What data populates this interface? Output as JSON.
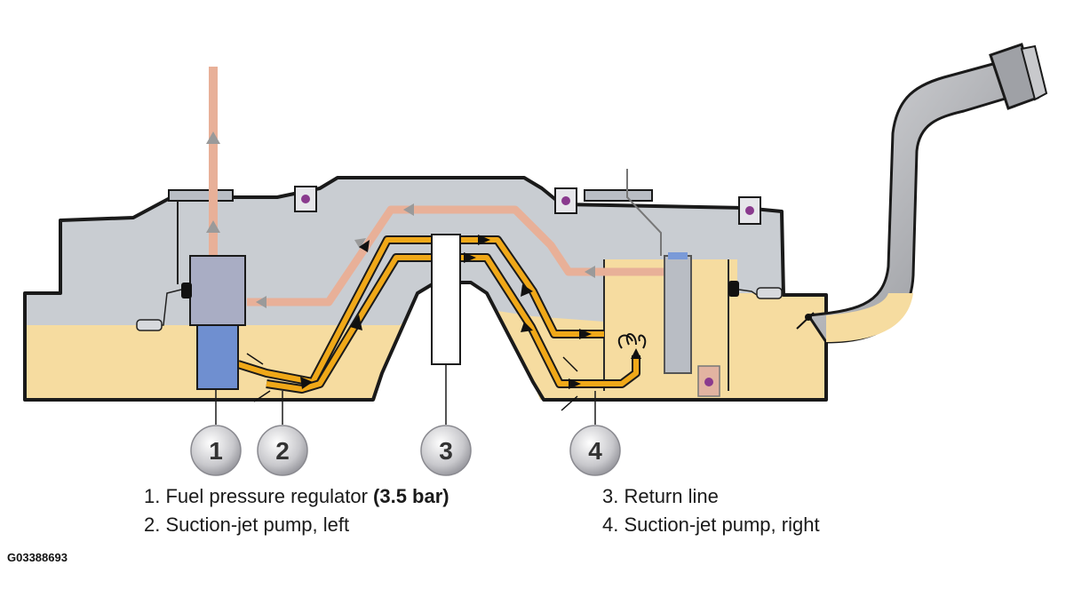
{
  "callouts": [
    {
      "number": "1"
    },
    {
      "number": "2"
    },
    {
      "number": "3"
    },
    {
      "number": "4"
    }
  ],
  "legend": {
    "item1_text": "1. Fuel pressure regulator ",
    "item1_bold": "(3.5 bar)",
    "item2_text": "2. Suction-jet pump, left",
    "item3_text": "3. Return line",
    "item4_text": "4. Suction-jet pump, right"
  },
  "figure_id": "G03388693",
  "colors": {
    "tank_outline": "#1a1a1a",
    "tank_air": "#c9cdd2",
    "fuel": "#f6dca0",
    "fuel_line": "#f0a818",
    "return_line": "#e8b098",
    "regulator_top": "#a9adc4",
    "regulator_bottom": "#6f8fd0",
    "filler_neck": "#b6b8bc",
    "callout_circle": "#c8c8cc"
  }
}
